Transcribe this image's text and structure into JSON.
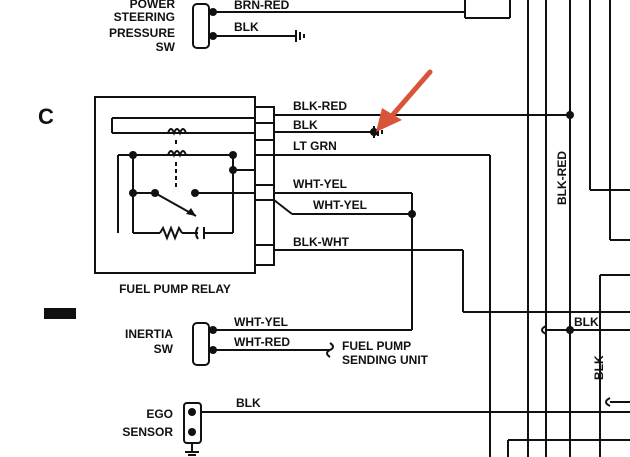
{
  "section_letter": "C",
  "components": {
    "power_steering": {
      "line1": "POWER",
      "line2": "STEERING",
      "line3": "PRESSURE",
      "line4": "SW"
    },
    "fuel_pump_relay": "FUEL PUMP RELAY",
    "inertia_sw": {
      "line1": "INERTIA",
      "line2": "SW"
    },
    "fuel_pump_sending": {
      "line1": "FUEL PUMP",
      "line2": "SENDING UNIT"
    },
    "ego_sensor": {
      "line1": "EGO",
      "line2": "SENSOR"
    }
  },
  "wires": {
    "ps_brn_red": "BRN-RED",
    "ps_blk": "BLK",
    "relay_blk_red": "BLK-RED",
    "relay_blk": "BLK",
    "relay_lt_grn": "LT GRN",
    "relay_wht_yel_1": "WHT-YEL",
    "relay_wht_yel_2": "WHT-YEL",
    "relay_blk_wht": "BLK-WHT",
    "inertia_wht_yel": "WHT-YEL",
    "inertia_wht_red": "WHT-RED",
    "ego_blk": "BLK",
    "vertical_blk_red": "BLK-RED",
    "right_blk_h": "BLK",
    "right_blk_v": "BLK"
  },
  "colors": {
    "ink": "#111111",
    "arrow": "#d9553a"
  }
}
